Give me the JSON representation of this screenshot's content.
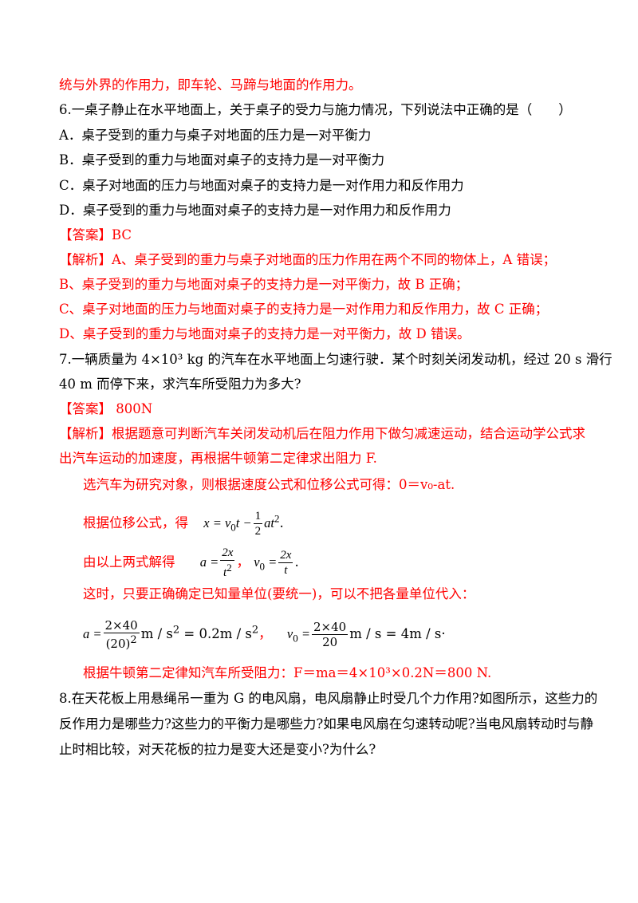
{
  "lines": {
    "l1": "统与外界的作用力，即车轮、马蹄与地面的作用力。",
    "q6": "6.一桌子静止在水平地面上，关于桌子的受力与施力情况，下列说法中正确的是（　　）",
    "q6a": "A．桌子受到的重力与桌子对地面的压力是一对平衡力",
    "q6b": "B．桌子受到的重力与地面对桌子的支持力是一对平衡力",
    "q6c": "C．桌子对地面的压力与地面对桌子的支持力是一对作用力和反作用力",
    "q6d": "D．桌子受到的重力与地面对桌子的支持力是一对作用力和反作用力",
    "ans6": "【答案】BC",
    "exp6_1": "【解析】A、桌子受到的重力与桌子对地面的压力作用在两个不同的物体上，A 错误；",
    "exp6_2": "B、桌子受到的重力与地面对桌子的支持力是一对平衡力，故 B 正确；",
    "exp6_3": "C、桌子对地面的压力与地面对桌子的支持力是一对作用力和反作用力，故 C 正确；",
    "exp6_4": "D、桌子受到的重力与地面对桌子的支持力是一对平衡力，故 D 错误。",
    "q7_1": "7.一辆质量为 4×10³ kg 的汽车在水平地面上匀速行驶．某个时刻关闭发动机，经过 20 s 滑行",
    "q7_2": "40 m 而停下来，求汽车所受阻力为多大?",
    "ans7": "【答案】 800N",
    "exp7_1": "【解析】根据题意可判断汽车关闭发动机后在阻力作用下做匀减速运动，结合运动学公式求",
    "exp7_2": "出汽车运动的加速度，再根据牛顿第二定律求出阻力 F.",
    "exp7_3": "选汽车为研究对象，则根据速度公式和位移公式可得：0＝v₀-at.",
    "exp7_4": "根据位移公式，得",
    "exp7_5": "由以上两式解得",
    "exp7_6": "这时，只要正确确定已知量单位(要统一)，可以不把各量单位代入：",
    "exp7_8": "根据牛顿第二定律知汽车所受阻力：F＝ma＝4×10³×0.2N＝800 N.",
    "q8_1": "8.在天花板上用悬绳吊一重为 G 的电风扇，电风扇静止时受几个力作用?如图所示，这些力的",
    "q8_2": "反作用力是哪些力?这些力的平衡力是哪些力?如果电风扇在匀速转动呢?当电风扇转动时与静",
    "q8_3": "止时相比较，对天花板的拉力是变大还是变小?为什么?"
  }
}
